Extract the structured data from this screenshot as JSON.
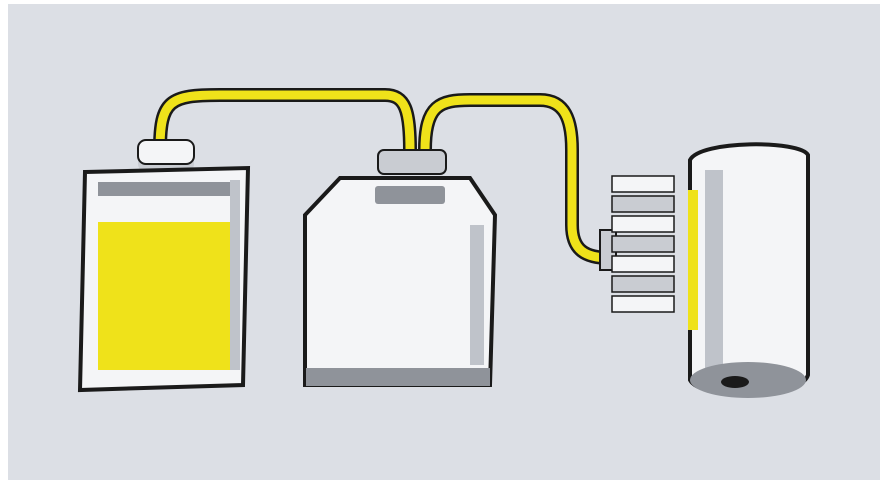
{
  "colors": {
    "background": "#dcdfe5",
    "frame": "#ffffff",
    "ink": "#1a1a1a",
    "fluid": "#efe21a",
    "metal_light": "#f4f5f7",
    "metal_mid": "#c9ccd2",
    "metal_dark": "#8f939a",
    "shadow": "#bfc3ca"
  },
  "components": [
    {
      "id": "fluid-tank",
      "icon": "fluid-tank-icon"
    },
    {
      "id": "canister",
      "icon": "canister-icon"
    },
    {
      "id": "radiator",
      "icon": "radiator-icon"
    },
    {
      "id": "cylinder",
      "icon": "cylinder-icon"
    }
  ],
  "connections": [
    {
      "from": "fluid-tank",
      "to": "canister",
      "color": "#efe21a"
    },
    {
      "from": "canister",
      "to": "radiator",
      "color": "#efe21a"
    }
  ]
}
